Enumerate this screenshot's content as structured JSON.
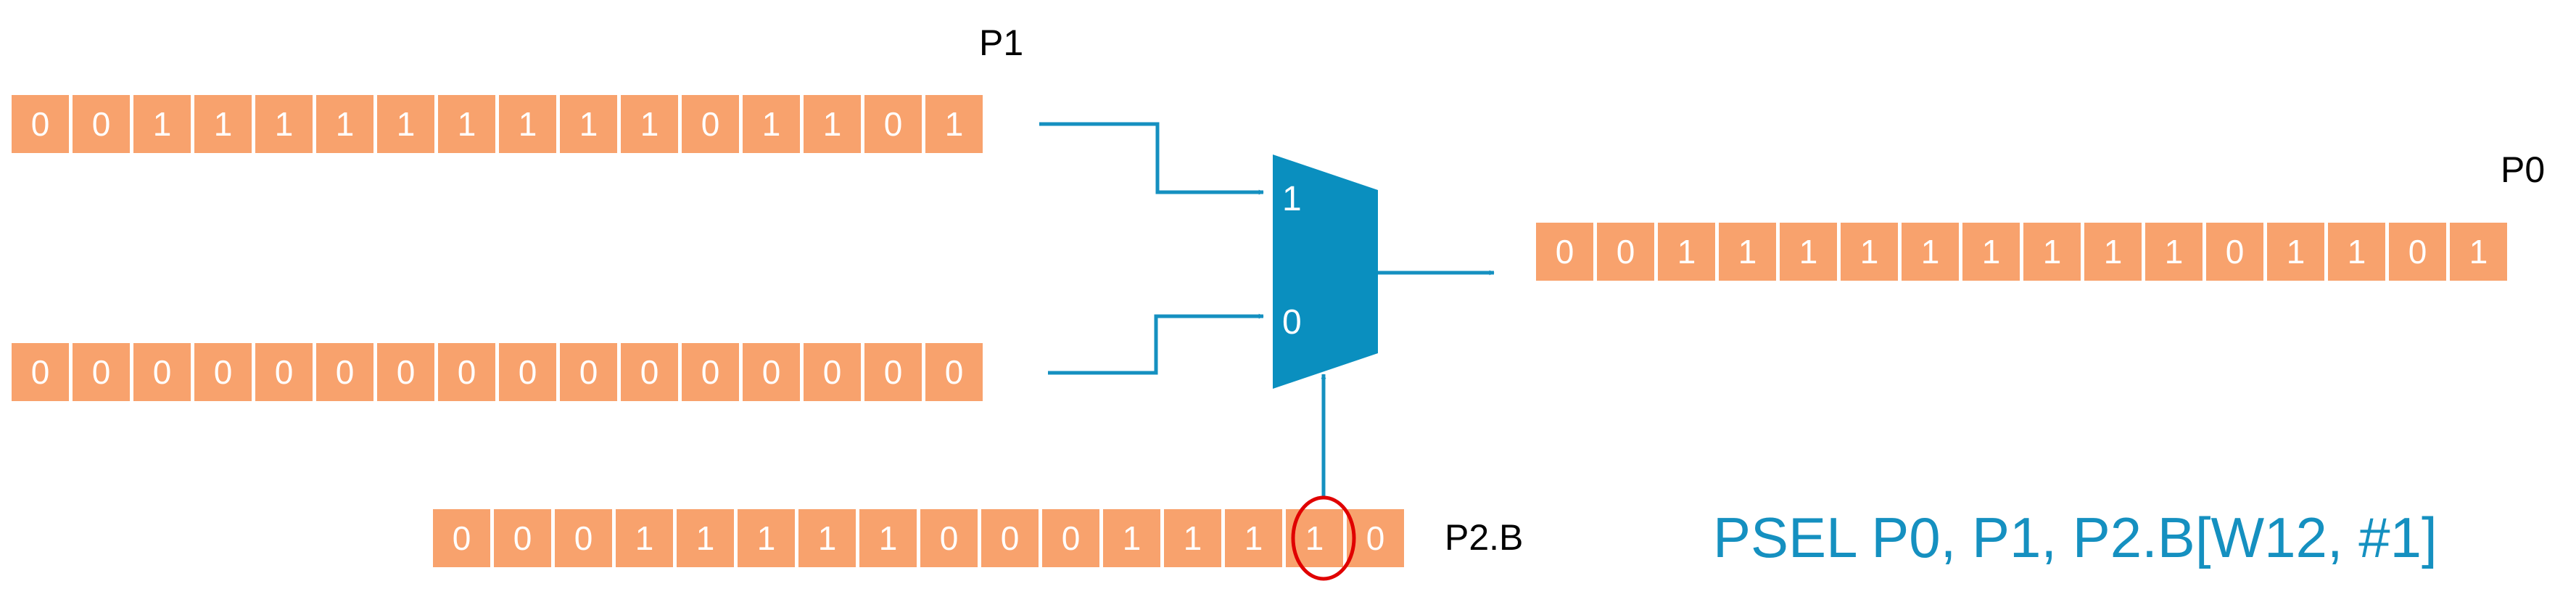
{
  "p1": {
    "label": "P1",
    "bits": [
      "0",
      "0",
      "1",
      "1",
      "1",
      "1",
      "1",
      "1",
      "1",
      "1",
      "1",
      "0",
      "1",
      "1",
      "0",
      "1"
    ]
  },
  "zero_input": {
    "bits": [
      "0",
      "0",
      "0",
      "0",
      "0",
      "0",
      "0",
      "0",
      "0",
      "0",
      "0",
      "0",
      "0",
      "0",
      "0",
      "0"
    ]
  },
  "p0": {
    "label": "P0",
    "bits": [
      "0",
      "0",
      "1",
      "1",
      "1",
      "1",
      "1",
      "1",
      "1",
      "1",
      "1",
      "0",
      "1",
      "1",
      "0",
      "1"
    ]
  },
  "p2b": {
    "label": "P2.B",
    "bits": [
      "0",
      "0",
      "0",
      "1",
      "1",
      "1",
      "1",
      "1",
      "0",
      "0",
      "0",
      "1",
      "1",
      "1",
      "1",
      "0"
    ]
  },
  "mux": {
    "input_1": "1",
    "input_0": "0"
  },
  "instruction": "PSEL P0, P1, P2.B[W12, #1]",
  "colors": {
    "cell": "#F8A26D",
    "mux": "#0A8FBF",
    "arrow": "#1590C0",
    "highlight": "#E00000"
  }
}
